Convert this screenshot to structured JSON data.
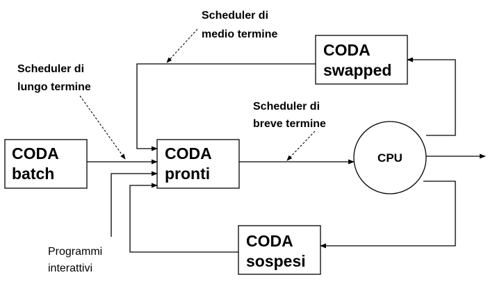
{
  "boxes": {
    "batch": {
      "line1": "CODA",
      "line2": "batch"
    },
    "pronti": {
      "line1": "CODA",
      "line2": "pronti"
    },
    "swapped": {
      "line1": "CODA",
      "line2": "swapped"
    },
    "sospesi": {
      "line1": "CODA",
      "line2": "sospesi"
    }
  },
  "cpu": {
    "label": "CPU"
  },
  "schedulers": {
    "medio": {
      "line1": "Scheduler di",
      "line2": "medio termine"
    },
    "lungo": {
      "line1": "Scheduler di",
      "line2": "lungo termine"
    },
    "breve": {
      "line1": "Scheduler di",
      "line2": "breve termine"
    }
  },
  "interactive": {
    "line1": "Programmi",
    "line2": "interattivi"
  }
}
